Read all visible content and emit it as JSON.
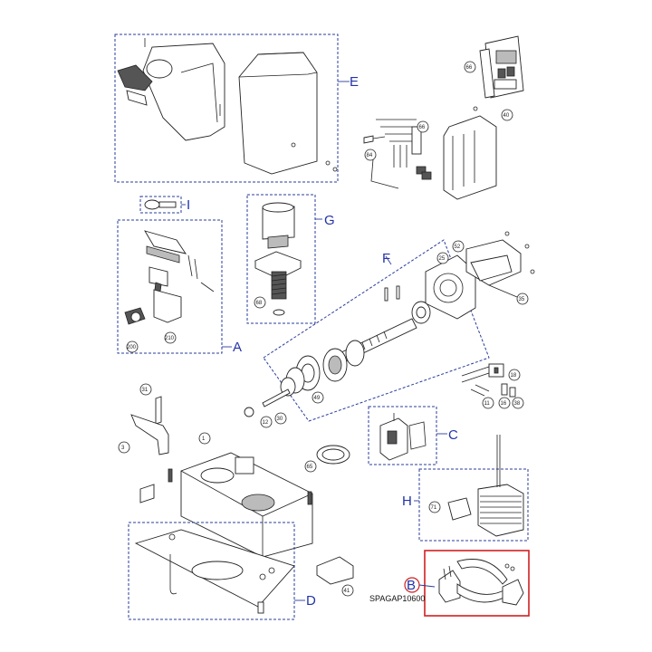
{
  "groups": {
    "A": "A",
    "C": "C",
    "D": "D",
    "E": "E",
    "F": "F",
    "G": "G",
    "H": "H",
    "I": "I",
    "B": "B"
  },
  "parts": {
    "p66a": "66",
    "p66b": "66",
    "p84": "84",
    "p40": "40",
    "p52": "52",
    "p25": "25",
    "p35": "35",
    "p68": "68",
    "p200": "200",
    "p210": "210",
    "p49": "49",
    "p12": "12",
    "p30": "30",
    "p31": "31",
    "p3": "3",
    "p1": "1",
    "p65": "65",
    "p18": "18",
    "p11": "11",
    "p16": "16",
    "p38": "38",
    "p71": "71",
    "p41": "41"
  },
  "code": "SPAGAP10600",
  "colors": {
    "group_box": "#2a3d9a",
    "highlight": "#d02020"
  }
}
